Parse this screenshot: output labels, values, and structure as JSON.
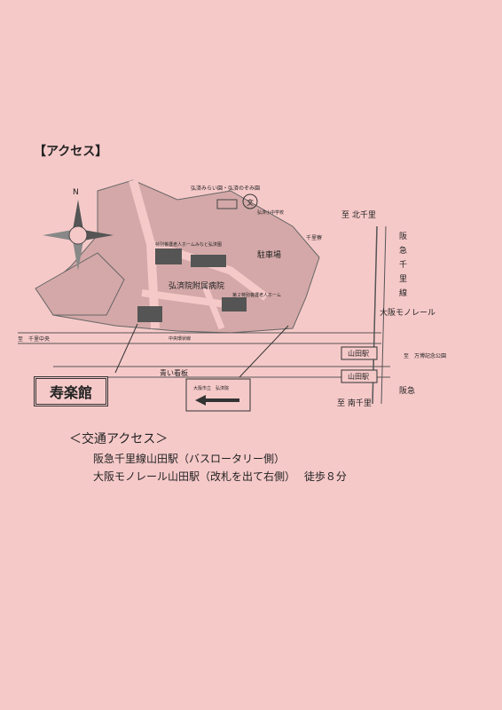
{
  "heading": "【アクセス】",
  "map": {
    "compass": "N",
    "kousai_mirai": "弘済みらい園・弘済のぞみ園",
    "school": "弘済小中学校",
    "kita_senri": "至 北千里",
    "senri_ryo": "千里寮",
    "nursing1": "特別養護老人ホームみなと弘済園",
    "parking": "駐車場",
    "hospital": "弘済院附属病院",
    "nursing2": "第２特別養護老人ホーム",
    "hankyu_line": [
      "阪",
      "急",
      "千",
      "里",
      "線"
    ],
    "monorail": "大阪モノレール",
    "senri_chuo": "至　千里中央",
    "chuo_road": "中央環状線",
    "yamada_station": "山田駅",
    "banpaku": "至　万博記念公園",
    "aoi_sign": "青い看板",
    "sign_text": "大阪市立　弘済院",
    "hankyu": "阪急",
    "minami_senri": "至 南千里",
    "kotobuki": "寿楽館"
  },
  "access": {
    "title": "＜交通アクセス＞",
    "line1": "阪急千里線山田駅（バスロータリー側）",
    "line2": "大阪モノレール山田駅（改札を出て右側）　 徒歩８分"
  },
  "colors": {
    "background": "#f6c9c9",
    "building": "#d4a8a8",
    "dark": "#555555"
  }
}
